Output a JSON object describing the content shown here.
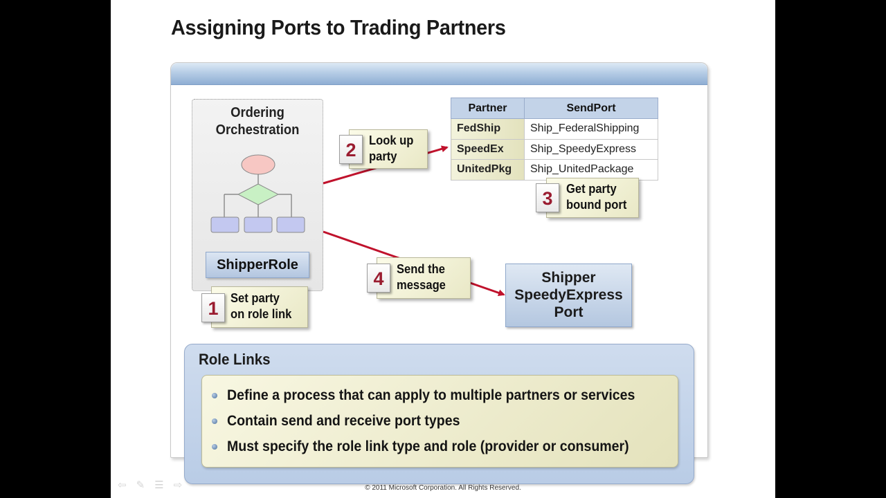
{
  "title": "Assigning Ports to Trading Partners",
  "orchestration": {
    "title": "Ordering\nOrchestration",
    "role": "ShipperRole"
  },
  "steps": [
    {
      "num": "1",
      "label": "Set party\non role link"
    },
    {
      "num": "2",
      "label": "Look up\nparty"
    },
    {
      "num": "3",
      "label": "Get party\nbound port"
    },
    {
      "num": "4",
      "label": "Send the\nmessage"
    }
  ],
  "table": {
    "headers": [
      "Partner",
      "SendPort"
    ],
    "rows": [
      [
        "FedShip",
        "Ship_FederalShipping"
      ],
      [
        "SpeedEx",
        "Ship_SpeedyExpress"
      ],
      [
        "UnitedPkg",
        "Ship_UnitedPackage"
      ]
    ]
  },
  "port": "Shipper\nSpeedyExpress\nPort",
  "role_links": {
    "title": "Role Links",
    "bullets": [
      "Define a process that can apply to multiple partners or services",
      "Contain send and receive port types",
      "Must specify the role link type and role (provider or consumer)"
    ]
  },
  "copyright": "© 2011 Microsoft Corporation. All Rights Reserved.",
  "colors": {
    "accent_red": "#c0122c",
    "number_red": "#9a1c30",
    "blue_fill": "#b3c6e0",
    "note_fill": "#e9e8c6",
    "flow_oval": "#f7c7c3",
    "flow_diamond": "#c8f0c4",
    "flow_box": "#c3c8f0"
  },
  "icons": [
    "prev-arrow-icon",
    "pen-icon",
    "menu-icon",
    "next-arrow-icon"
  ]
}
